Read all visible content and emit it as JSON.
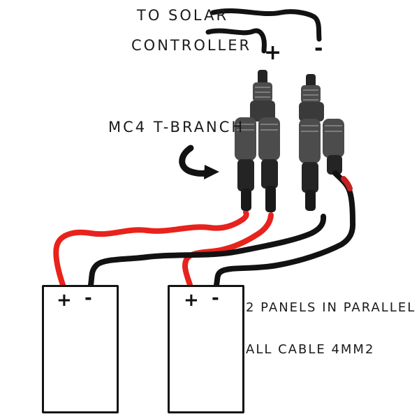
{
  "diagram": {
    "to_solar_line1": "TO SOLAR",
    "to_solar_line2": "CONTROLLER",
    "mc4_label": "MC4 T-BRANCH",
    "note_line1": "2 PANELS IN PARALLEL",
    "note_line2": "ALL CABLE 4MM2",
    "controller_plus": "+",
    "controller_minus": "-",
    "panel1": {
      "plus": "+",
      "minus": "-"
    },
    "panel2": {
      "plus": "+",
      "minus": "-"
    }
  },
  "graphics": {
    "connector_left": "mc4-t-branch-connector",
    "connector_right": "mc4-t-branch-connector",
    "arrow": "curved-arrow-icon"
  },
  "colors": {
    "positive_wire": "#e8221c",
    "negative_wire": "#121212",
    "text": "#1b1b1b",
    "connector_body": "#4c4c4c",
    "connector_mid": "#3a3a3a",
    "connector_dark": "#242424",
    "connector_tip": "#191919",
    "connector_ridge": "#7d7d7d",
    "red_band": "#c42222",
    "background": "#ffffff"
  }
}
